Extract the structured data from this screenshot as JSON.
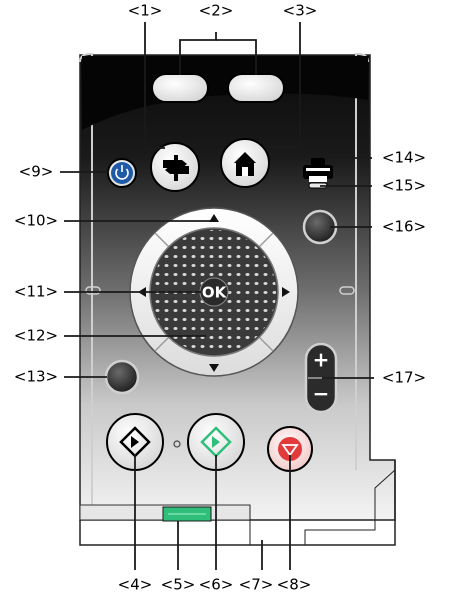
{
  "callouts": {
    "c1": "<1>",
    "c2": "<2>",
    "c3": "<3>",
    "c4": "<4>",
    "c5": "<5>",
    "c6": "<6>",
    "c7": "<7>",
    "c8": "<8>",
    "c9": "<9>",
    "c10": "<10>",
    "c11": "<11>",
    "c12": "<12>",
    "c13": "<13>",
    "c14": "<14>",
    "c15": "<15>",
    "c16": "<16>",
    "c17": "<17>"
  },
  "panel": {
    "ok_label": "OK",
    "plus_sign": "+",
    "minus_sign": "−"
  },
  "colors": {
    "panel_dark": "#111111",
    "panel_light": "#e9e9e9",
    "button_white": "#f4f4f4",
    "green_accent": "#2fbf7a",
    "red_accent": "#e23b3b",
    "power_blue": "#1f5aa8"
  },
  "icons": {
    "power": "power-icon",
    "menu": "signpost-icon",
    "home": "home-icon",
    "printer": "printer-icon",
    "black_start": "diamond-start-icon",
    "color_start": "diamond-start-icon",
    "stop": "stop-icon"
  }
}
